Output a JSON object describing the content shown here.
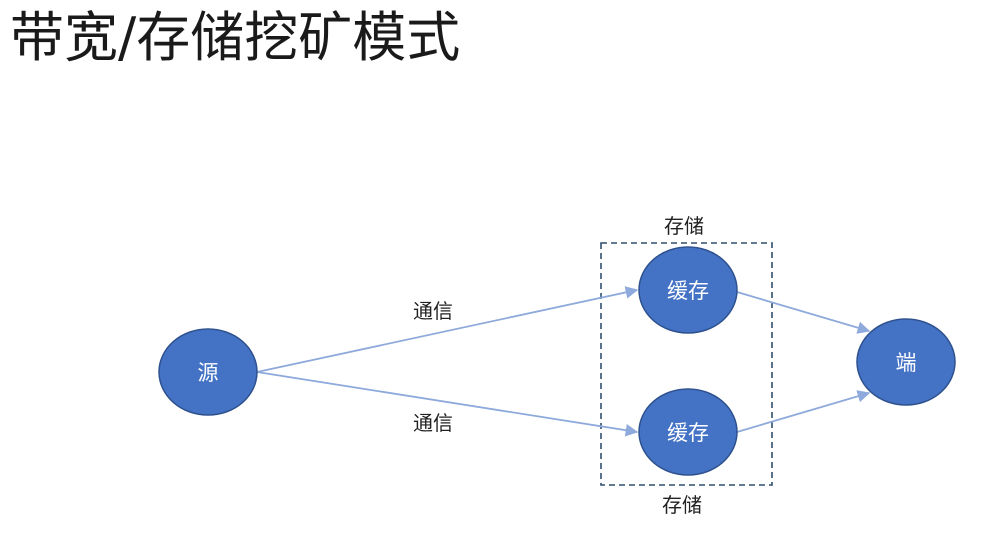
{
  "title": "带宽/存储挖矿模式",
  "colors": {
    "node_fill": "#4472C4",
    "node_stroke": "#2F528F",
    "edge": "#8EA9DB",
    "group_border": "#2F4F6F",
    "node_text": "#ffffff",
    "label_text": "#222222"
  },
  "nodes": {
    "source": "源",
    "cache_top": "缓存",
    "cache_bottom": "缓存",
    "end": "端"
  },
  "edges": {
    "source_to_cache_top": "通信",
    "source_to_cache_bottom": "通信"
  },
  "group": {
    "label_top": "存储",
    "label_bottom": "存储"
  }
}
